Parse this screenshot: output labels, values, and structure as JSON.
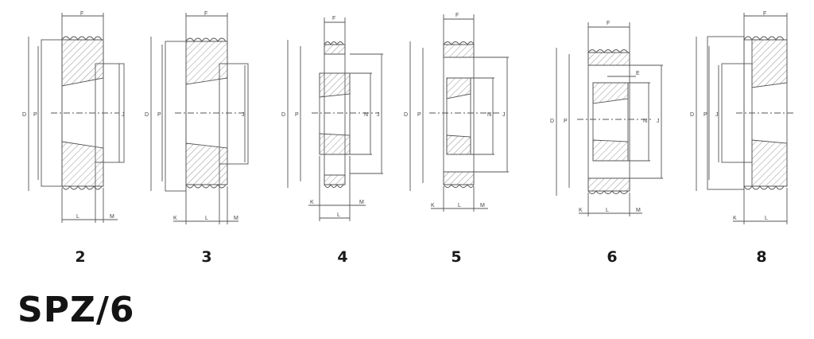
{
  "variants": [
    {
      "number": "2",
      "labels": {
        "F": "F",
        "D": "D",
        "P": "P",
        "J": "J",
        "L": "L",
        "M": "M"
      }
    },
    {
      "number": "3",
      "labels": {
        "F": "F",
        "D": "D",
        "P": "P",
        "J": "J",
        "K": "K",
        "L": "L",
        "M": "M"
      }
    },
    {
      "number": "4",
      "labels": {
        "F": "F",
        "D": "D",
        "P": "P",
        "N": "N",
        "J": "J",
        "K": "K",
        "L": "L",
        "M": "M"
      }
    },
    {
      "number": "5",
      "labels": {
        "F": "F",
        "D": "D",
        "P": "P",
        "N": "N",
        "J": "J",
        "K": "K",
        "L": "L",
        "M": "M"
      }
    },
    {
      "number": "6",
      "labels": {
        "F": "F",
        "D": "D",
        "P": "P",
        "N": "N",
        "J": "J",
        "E": "E",
        "K": "K",
        "L": "L",
        "M": "M"
      }
    },
    {
      "number": "8",
      "labels": {
        "F": "F",
        "D": "D",
        "P": "P",
        "J": "J",
        "K": "K",
        "L": "L"
      }
    }
  ],
  "title": "SPZ/6"
}
